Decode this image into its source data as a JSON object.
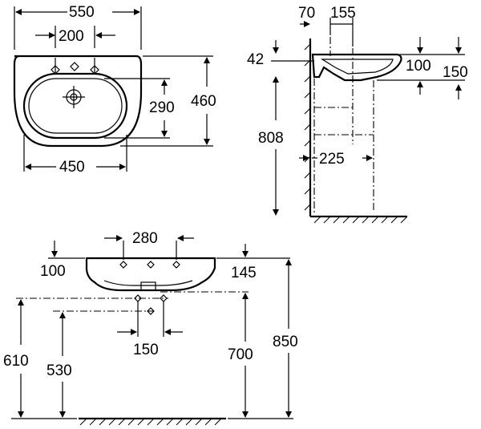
{
  "top_view": {
    "overall_width": "550",
    "tap_hole_spacing": "200",
    "bowl_width": "450",
    "bowl_depth": "290",
    "overall_depth": "460"
  },
  "side_view": {
    "wall_to_tap": "70",
    "tap_to_waste": "155",
    "rim_offset": "42",
    "rim_height": "100",
    "basin_height": "150",
    "floor_to_rim_low": "808",
    "trap_offset": "225"
  },
  "front_view": {
    "fixing_spacing": "280",
    "rim_thickness": "100",
    "overflow_drop": "145",
    "supply_spacing": "150",
    "supply_height_high": "610",
    "supply_height_low": "530",
    "waste_height": "700",
    "rim_height_total": "850"
  }
}
